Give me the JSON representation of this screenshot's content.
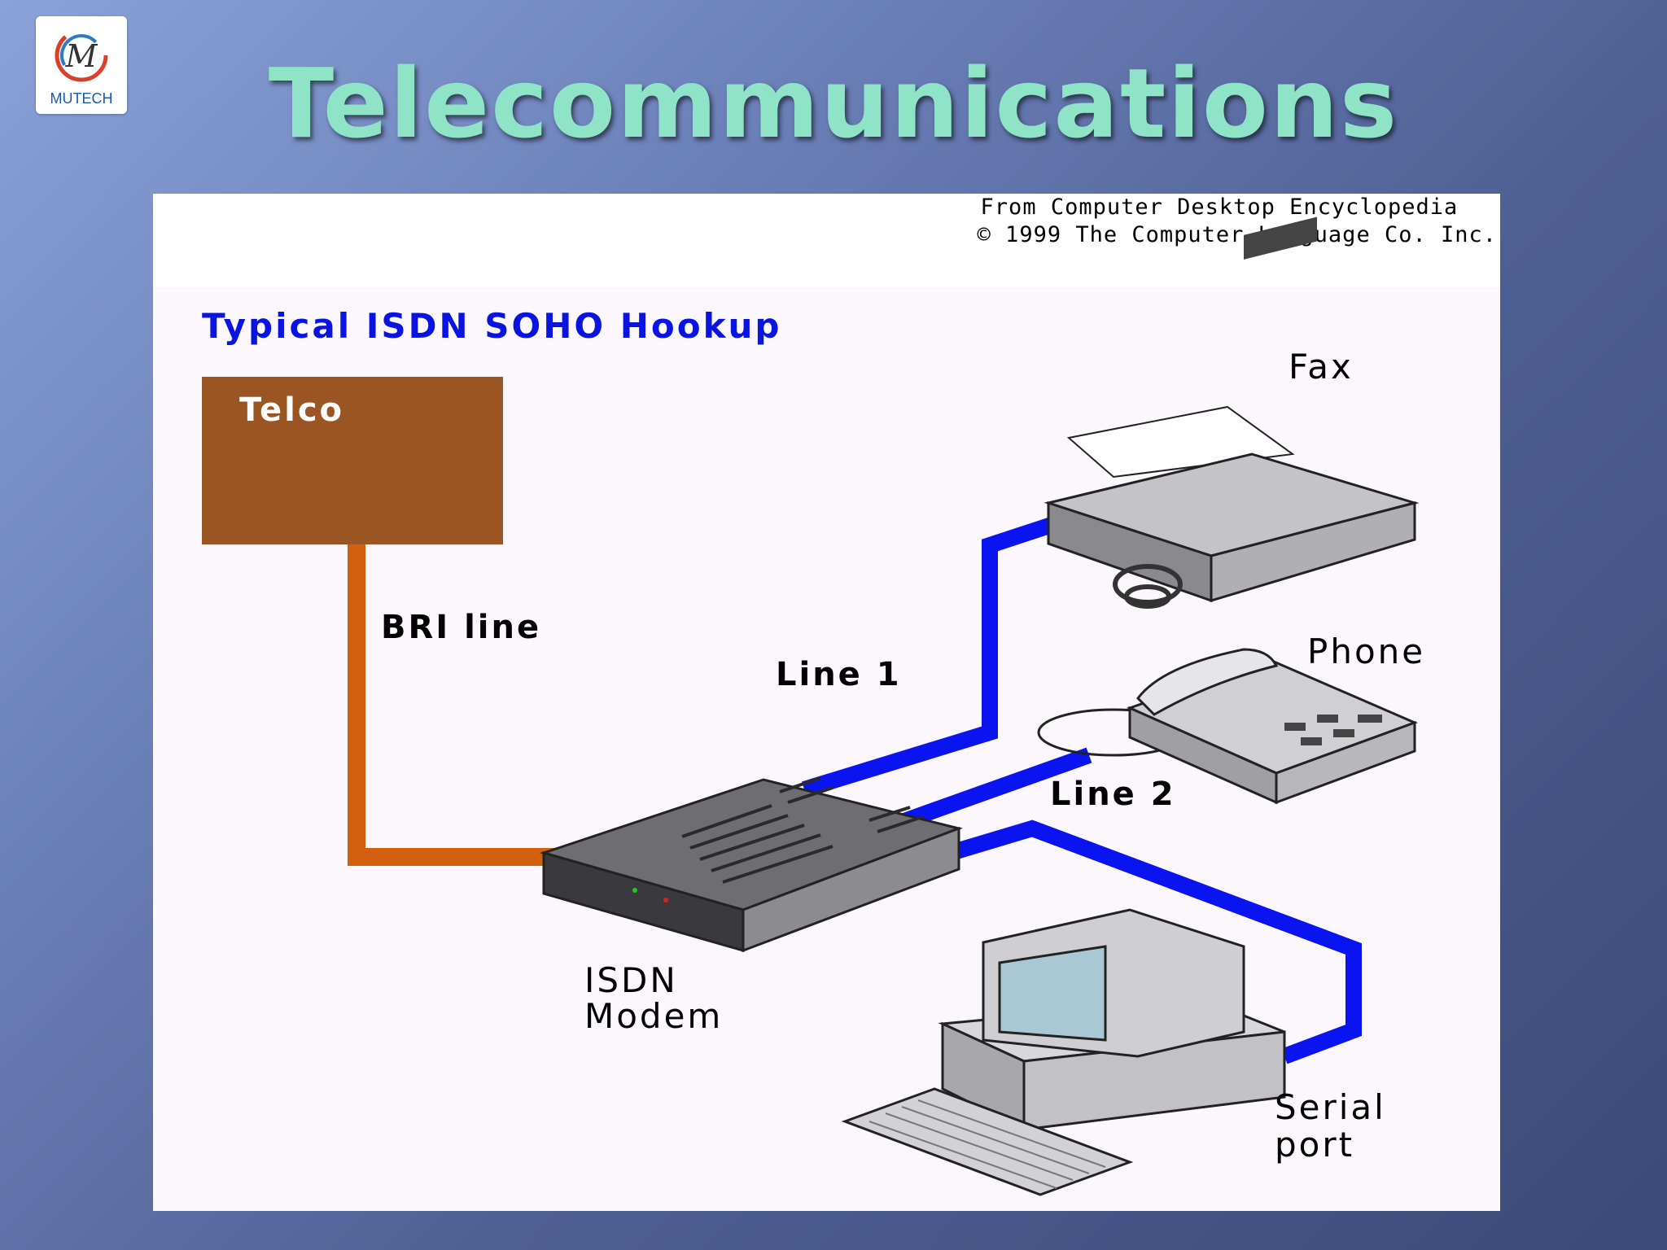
{
  "slide": {
    "title": "Telecommunications",
    "logo_text": "MUTECH",
    "logo_icon": "mutech-logo-icon"
  },
  "figure": {
    "credit_line1": "From Computer Desktop Encyclopedia",
    "credit_line2": "© 1999 The Computer Language Co. Inc.",
    "heading": "Typical ISDN SOHO Hookup",
    "telco": "Telco",
    "bri_line": "BRI line",
    "line1": "Line 1",
    "line2": "Line 2",
    "fax": "Fax",
    "phone": "Phone",
    "isdn_modem_1": "ISDN",
    "isdn_modem_2": "Modem",
    "serial_port_1": "Serial",
    "serial_port_2": "port"
  },
  "colors": {
    "title": "#8fe3c6",
    "heading": "#0a14e0",
    "telco_box": "#9a5522",
    "bri_line": "#d2600f",
    "data_lines": "#0a14f0"
  }
}
